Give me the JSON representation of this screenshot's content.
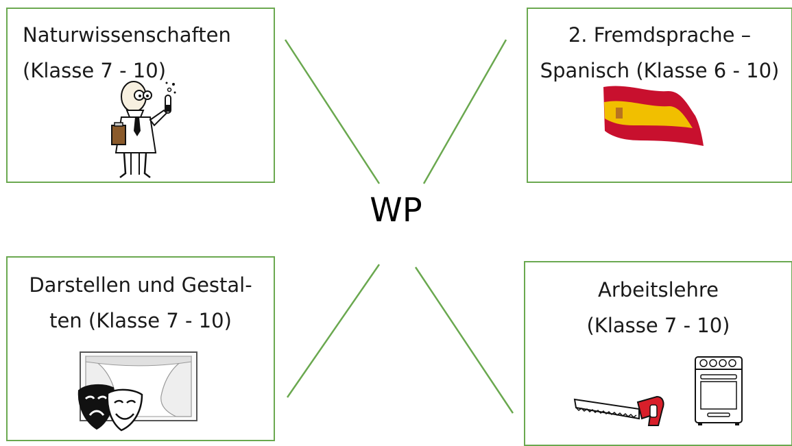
{
  "center": {
    "title": "WP"
  },
  "boxes": {
    "nw": {
      "line1": "Naturwissenschaften",
      "line2": "(Klasse 7 - 10)",
      "icon": "scientist-icon"
    },
    "ne": {
      "line1": "2. Fremdsprache –",
      "line2": "Spanisch (Klasse 6 - 10)",
      "icon": "spain-flag-icon"
    },
    "sw": {
      "line1": "Darstellen und Gestal-",
      "line2": "ten (Klasse 7 - 10)",
      "icon": "theater-masks-icon"
    },
    "se": {
      "line1": "Arbeitslehre",
      "line2": "(Klasse 7 - 10)",
      "icons": [
        "saw-icon",
        "stove-icon"
      ]
    }
  },
  "colors": {
    "border": "#6aa84f",
    "connector": "#6aa84f",
    "flag_red": "#c8102e",
    "flag_yellow": "#f1bf00",
    "saw_handle": "#d81f2a"
  }
}
